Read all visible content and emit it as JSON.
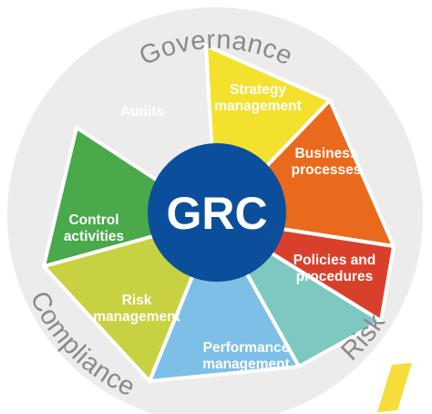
{
  "ring": {
    "governance": "Governance",
    "compliance": "Compliance",
    "risk": "Risk"
  },
  "hub": {
    "label": "GRC"
  },
  "segments": [
    {
      "id": "audits",
      "lines": [
        "Audits"
      ],
      "color": "#f4e12e"
    },
    {
      "id": "strategy-management",
      "lines": [
        "Strategy",
        "management"
      ],
      "color": "#ea6a1d"
    },
    {
      "id": "business-processes",
      "lines": [
        "Business",
        "processes"
      ],
      "color": "#d9402b"
    },
    {
      "id": "policies-and-procedures",
      "lines": [
        "Policies and",
        "procedures"
      ],
      "color": "#7dc9c2"
    },
    {
      "id": "performance-management",
      "lines": [
        "Performance",
        "management"
      ],
      "color": "#7dbfe6"
    },
    {
      "id": "risk-management",
      "lines": [
        "Risk",
        "management"
      ],
      "color": "#c8d141"
    },
    {
      "id": "control-activities",
      "lines": [
        "Control",
        "activities"
      ],
      "color": "#49a94b"
    }
  ],
  "colors": {
    "ring": "#ececec",
    "ring_text": "#8a8a8a",
    "hub": "#0b4f9c",
    "divider": "#ffffff",
    "accent_mark": "#f6dd3c"
  }
}
